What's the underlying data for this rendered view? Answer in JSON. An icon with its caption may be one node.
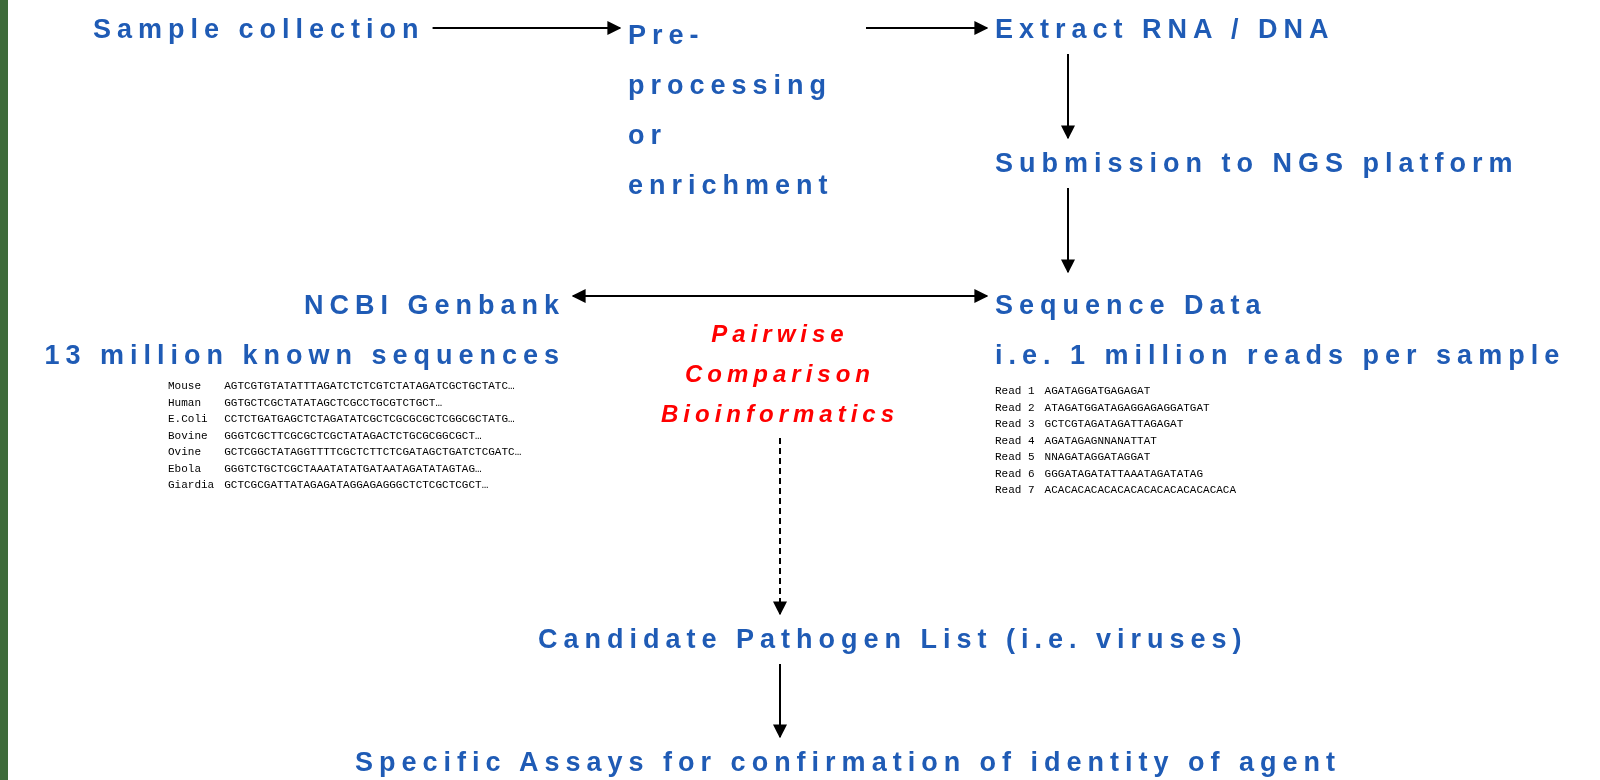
{
  "diagram": {
    "nodes": [
      {
        "text": [
          "Sample collection"
        ]
      },
      {
        "text": [
          "Pre-processing or enrichment"
        ]
      },
      {
        "text": [
          "Extract RNA / DNA"
        ]
      },
      {
        "text": [
          "Submission to NGS platform"
        ]
      },
      {
        "text": [
          "NCBI Genbank",
          "13 million known sequences"
        ]
      },
      {
        "text": [
          "Sequence Data",
          "i.e. 1 million reads per sample"
        ]
      },
      {
        "text": [
          "Candidate Pathogen List (i.e. viruses)"
        ]
      },
      {
        "text": [
          "Specific Assays for confirmation of identity of agent"
        ]
      }
    ],
    "edges": [
      {
        "from": 0,
        "to": 1,
        "arrow": "to"
      },
      {
        "from": 1,
        "to": 2,
        "arrow": "to"
      },
      {
        "from": 2,
        "to": 3,
        "arrow": "to"
      },
      {
        "from": 3,
        "to": 5,
        "arrow": "to"
      },
      {
        "from": 4,
        "to": 5,
        "arrow": "both",
        "label": "Pairwise Comparison Bioinformatics"
      },
      {
        "from": null,
        "to": 6,
        "arrow": "to",
        "style": "dashed"
      },
      {
        "from": 6,
        "to": 7,
        "arrow": "to"
      }
    ],
    "labels": [
      "Mouse",
      "AGTCGTGTATATTTAGATCTCTCGTCTATAGATCGCTGCTATC…",
      "Human",
      "GGTGCTCGCTATATAGCTCGCCTGCGTCTGCT…",
      "E.Coli",
      "CCTCTGATGAGCTCTAGATATCGCTCGCGCGCTCGGCGCTATG…",
      "Bovine",
      "GGGTCGCTTCGCGCTCGCTATAGACTCTGCGCGGCGCT…",
      "Ovine",
      "GCTCGGCTATAGGTTTTCGCTCTTCTCGATAGCTGATCTCGATC…",
      "Ebola",
      "GGGTCTGCTCGCTAAATATATGATAATAGATATAGTAG…",
      "Giardia",
      "GCTCGCGATTATAGAGATAGGAGAGGGCTCTCGCTCGCT…",
      "Read 1",
      "AGATAGGATGAGAGAT",
      "Read 2",
      "ATAGATGGATAGAGGAGAGGATGAT",
      "Read 3",
      "GCTCGTAGATAGATTAGAGAT",
      "Read 4",
      "AGATAGAGNNANATTAT",
      "Read 5",
      "NNAGATAGGATAGGAT",
      "Read 6",
      "GGGATAGATATTAAATAGATATAG",
      "Read 7",
      "ACACACACACACACACACACACACACACA"
    ]
  }
}
